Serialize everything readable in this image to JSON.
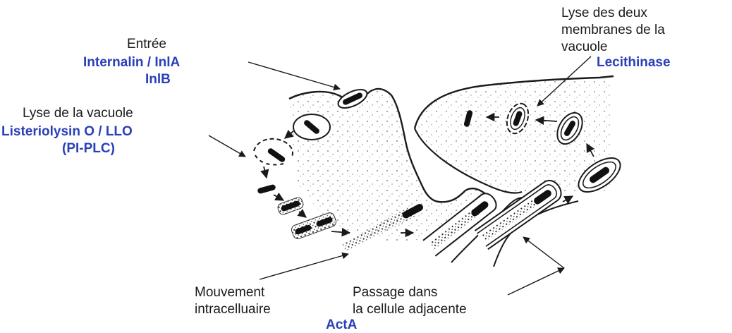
{
  "labels": {
    "entree": "Entrée",
    "internalin": "Internalin / InlA",
    "inlb": "InlB",
    "lyse_vacuole": "Lyse de la vacuole",
    "listeriolysin": "Listeriolysin O / LLO",
    "pi_plc": "(PI-PLC)",
    "lyse_deux_line1": "Lyse des deux",
    "lyse_deux_line2": "membranes de la",
    "lyse_deux_line3": "vacuole",
    "lecithinase": "Lecithinase",
    "mouvement_line1": "Mouvement",
    "mouvement_line2": "intracelluaire",
    "passage_line1": "Passage dans",
    "passage_line2": "la cellule adjacente",
    "acta": "ActA"
  },
  "colors": {
    "protein_blue": "#2a3fb8",
    "ink": "#1a1a1a"
  }
}
